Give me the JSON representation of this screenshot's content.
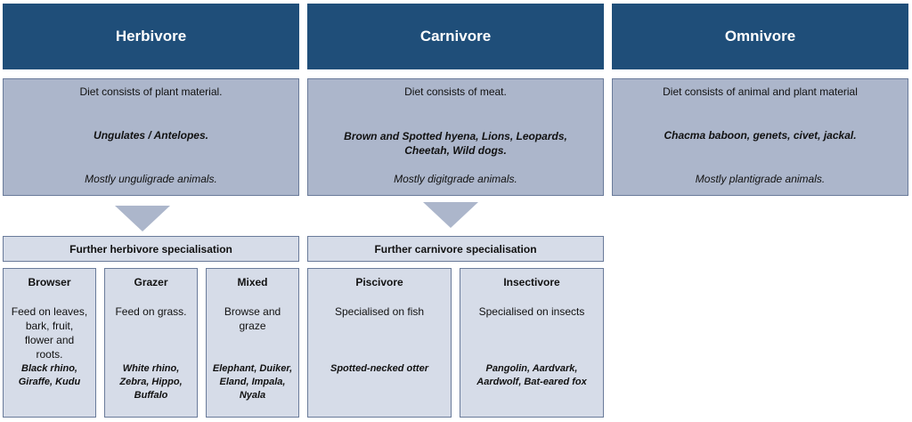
{
  "columns": [
    {
      "header": "Herbivore",
      "diet": "Diet consists of plant material.",
      "examples": "Ungulates / Antelopes.",
      "gait": "Mostly unguligrade animals."
    },
    {
      "header": "Carnivore",
      "diet": "Diet consists of meat.",
      "examples": "Brown and Spotted hyena, Lions, Leopards, Cheetah, Wild dogs.",
      "gait": "Mostly digitgrade animals."
    },
    {
      "header": "Omnivore",
      "diet": "Diet consists of animal and plant material",
      "examples": "Chacma baboon, genets, civet, jackal.",
      "gait": "Mostly plantigrade animals."
    }
  ],
  "herbivore_spec": {
    "title": "Further herbivore specialisation",
    "groups": [
      {
        "title": "Browser",
        "body": "Feed on leaves, bark, fruit, flower and roots.",
        "examples": "Black rhino, Giraffe, Kudu"
      },
      {
        "title": "Grazer",
        "body": "Feed on grass.",
        "examples": "White rhino, Zebra, Hippo, Buffalo"
      },
      {
        "title": "Mixed",
        "body": "Browse and graze",
        "examples": "Elephant, Duiker, Eland, Impala, Nyala"
      }
    ]
  },
  "carnivore_spec": {
    "title": "Further carnivore specialisation",
    "groups": [
      {
        "title": "Piscivore",
        "body": "Specialised on fish",
        "examples": "Spotted-necked otter"
      },
      {
        "title": "Insectivore",
        "body": "Specialised on insects",
        "examples": "Pangolin, Aardvark, Aardwolf, Bat-eared fox"
      }
    ]
  },
  "colors": {
    "header_bg": "#1f4e79",
    "desc_bg": "#acb6cb",
    "spec_bg": "#d6dce8",
    "border": "#6a7b9a"
  }
}
